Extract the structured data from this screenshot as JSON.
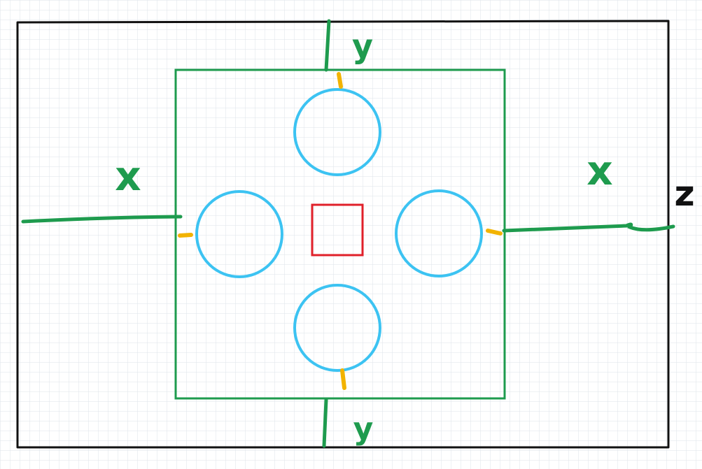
{
  "labels": {
    "x_left": "x",
    "x_right": "x",
    "y_top": "y",
    "y_bottom": "y",
    "z_right": "z"
  },
  "colors": {
    "background": "#ffffff",
    "grid": "#dde3ea",
    "outer_border": "#111111",
    "inner_square": "#1e9b4e",
    "axis_lines": "#1e9b4e",
    "circles": "#3cc3f2",
    "center_square": "#e0202a",
    "connectors": "#f2b300",
    "z_label": "#111111"
  },
  "circles": [
    {
      "id": "top"
    },
    {
      "id": "left"
    },
    {
      "id": "right"
    },
    {
      "id": "bottom"
    }
  ]
}
